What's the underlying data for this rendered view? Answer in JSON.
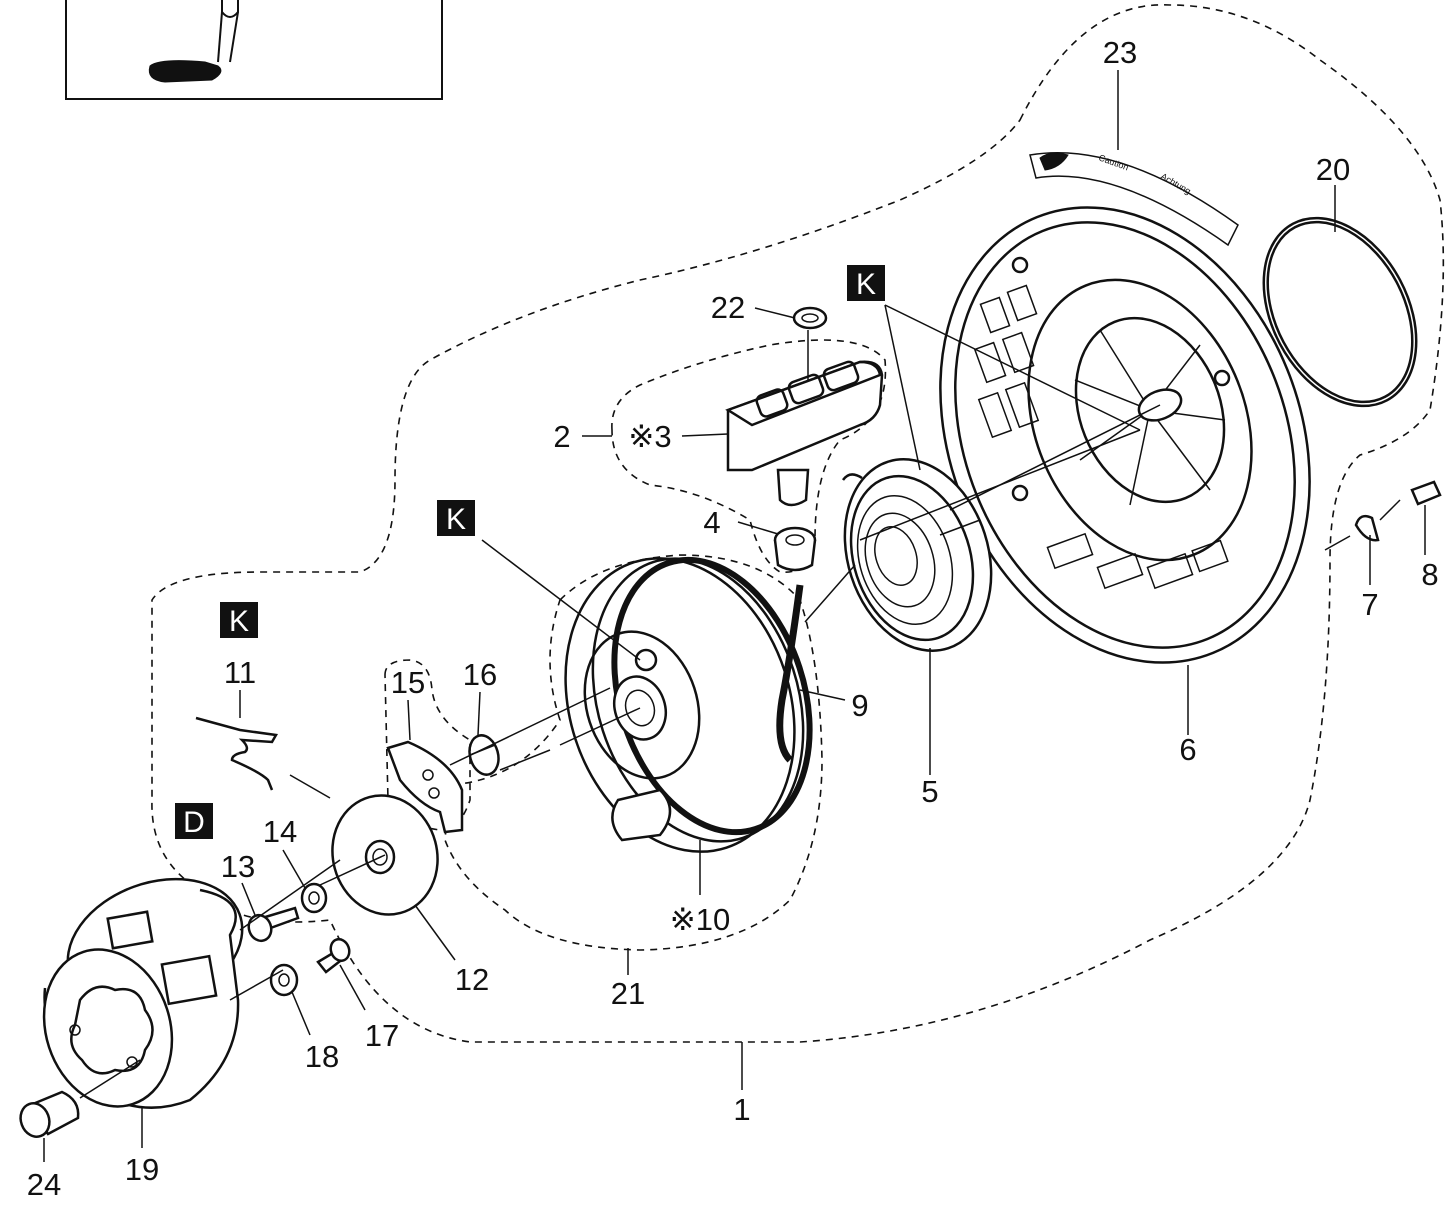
{
  "callouts": {
    "c1": "1",
    "c2": "2",
    "c3": "※3",
    "c4": "4",
    "c5": "5",
    "c6": "6",
    "c7": "7",
    "c8": "8",
    "c9": "9",
    "c10": "※10",
    "c11": "11",
    "c12": "12",
    "c13": "13",
    "c14": "14",
    "c15": "15",
    "c16": "16",
    "c17": "17",
    "c18": "18",
    "c19": "19",
    "c20": "20",
    "c21": "21",
    "c22": "22",
    "c23": "23",
    "c24": "24"
  },
  "badges": {
    "k_top": "K",
    "k_mid": "K",
    "k_left": "K",
    "d_left": "D"
  },
  "sticker": {
    "line1": "Caution",
    "line2": "Achtung"
  }
}
